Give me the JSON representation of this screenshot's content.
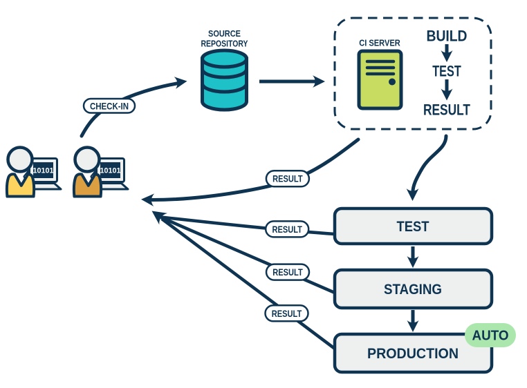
{
  "colors": {
    "navy": "#0e3452",
    "teal": "#1ec1c8",
    "server_green": "#c9dc62",
    "badge_green": "#abe7ac",
    "light_gray": "#eef0ef",
    "yellow": "#fdd360",
    "orange": "#db9f41",
    "white": "#ffffff"
  },
  "developers": [
    {
      "shirt_color": "#fdd360",
      "laptop_screen_text": "10101"
    },
    {
      "shirt_color": "#db9f41",
      "laptop_screen_text": "10101"
    }
  ],
  "labels": {
    "check_in": "CHECK-IN",
    "results": [
      "RESULT",
      "RESULT",
      "RESULT",
      "RESULT"
    ]
  },
  "source_repository": {
    "line1": "SOURCE",
    "line2": "REPOSITORY"
  },
  "ci_server": {
    "label": "CI SERVER",
    "steps": [
      "BUILD",
      "TEST",
      "RESULT"
    ]
  },
  "stages": [
    {
      "label": "TEST"
    },
    {
      "label": "STAGING"
    },
    {
      "label": "PRODUCTION"
    }
  ],
  "badge": {
    "label": "AUTO"
  }
}
